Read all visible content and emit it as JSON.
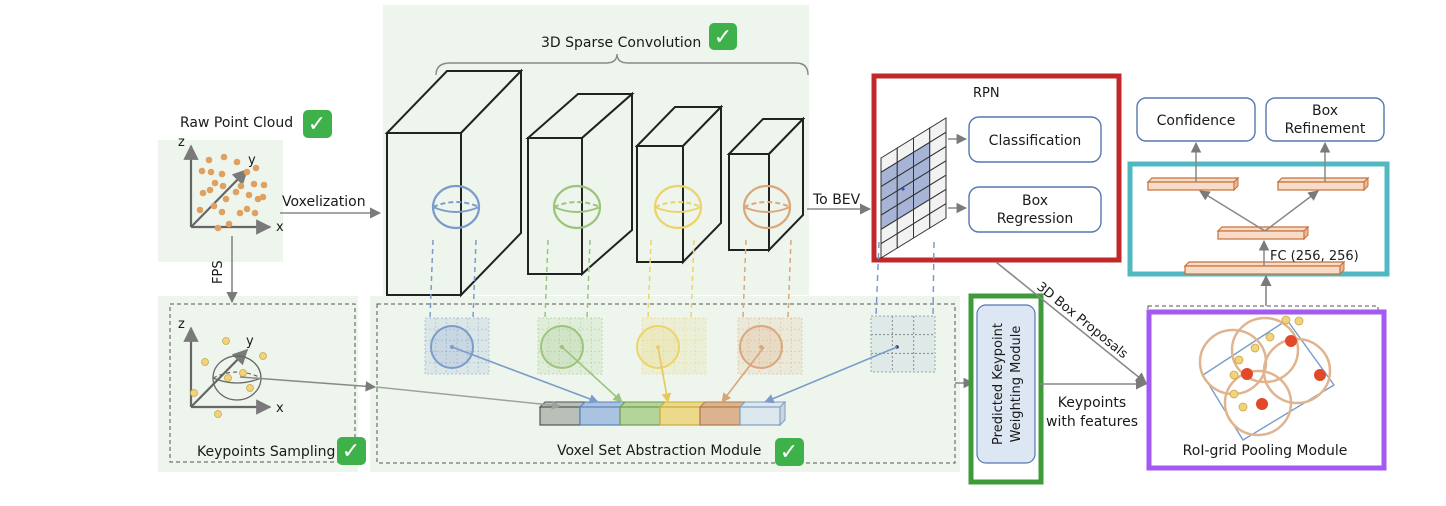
{
  "diagram": {
    "raw_point_cloud": {
      "title": "Raw Point Cloud",
      "axes": {
        "x": "x",
        "y": "y",
        "z": "z"
      },
      "checked": true
    },
    "voxelization_label": "Voxelization",
    "fps_label": "FPS",
    "sparse_conv": {
      "title": "3D Sparse Convolution",
      "checked": true,
      "layer_count": 4,
      "layer_colors": [
        "#7b9ccb",
        "#9cc47c",
        "#ecd36a",
        "#dba77a"
      ]
    },
    "to_bev_label": "To BEV",
    "rpn": {
      "title": "RPN",
      "outputs": [
        {
          "label": "Classification"
        },
        {
          "label_lines": [
            "Box",
            "Regression"
          ]
        }
      ],
      "highlight_color": "#c0282a"
    },
    "keypoints_sampling": {
      "title": "Keypoints Sampling",
      "axes": {
        "x": "x",
        "y": "y",
        "z": "z"
      },
      "checked": true
    },
    "vsa": {
      "title": "Voxel Set Abstraction Module",
      "checked": true,
      "feature_segments": [
        "#b8c0b8",
        "#a9c3e0",
        "#b5d49a",
        "#ecd98a",
        "#dbb48f",
        "#dce7ee"
      ]
    },
    "pkw": {
      "title_lines": [
        "Predicted Keypoint",
        "Weighting Module"
      ],
      "highlight_color": "#3f9b3a"
    },
    "proposals_label": "3D Box Proposals",
    "keypoints_features_lines": [
      "Keypoints",
      "with features"
    ],
    "refinement": {
      "outputs": [
        {
          "label_lines": [
            "Confidence"
          ]
        },
        {
          "label_lines": [
            "Box",
            "Refinement"
          ]
        }
      ],
      "fc_label": "FC (256, 256)",
      "highlight_color": "#4fb8c0"
    },
    "roi_pooling": {
      "title": "RoI-grid Pooling Module",
      "highlight_color": "#a25af0"
    },
    "check_icon": "✓"
  }
}
